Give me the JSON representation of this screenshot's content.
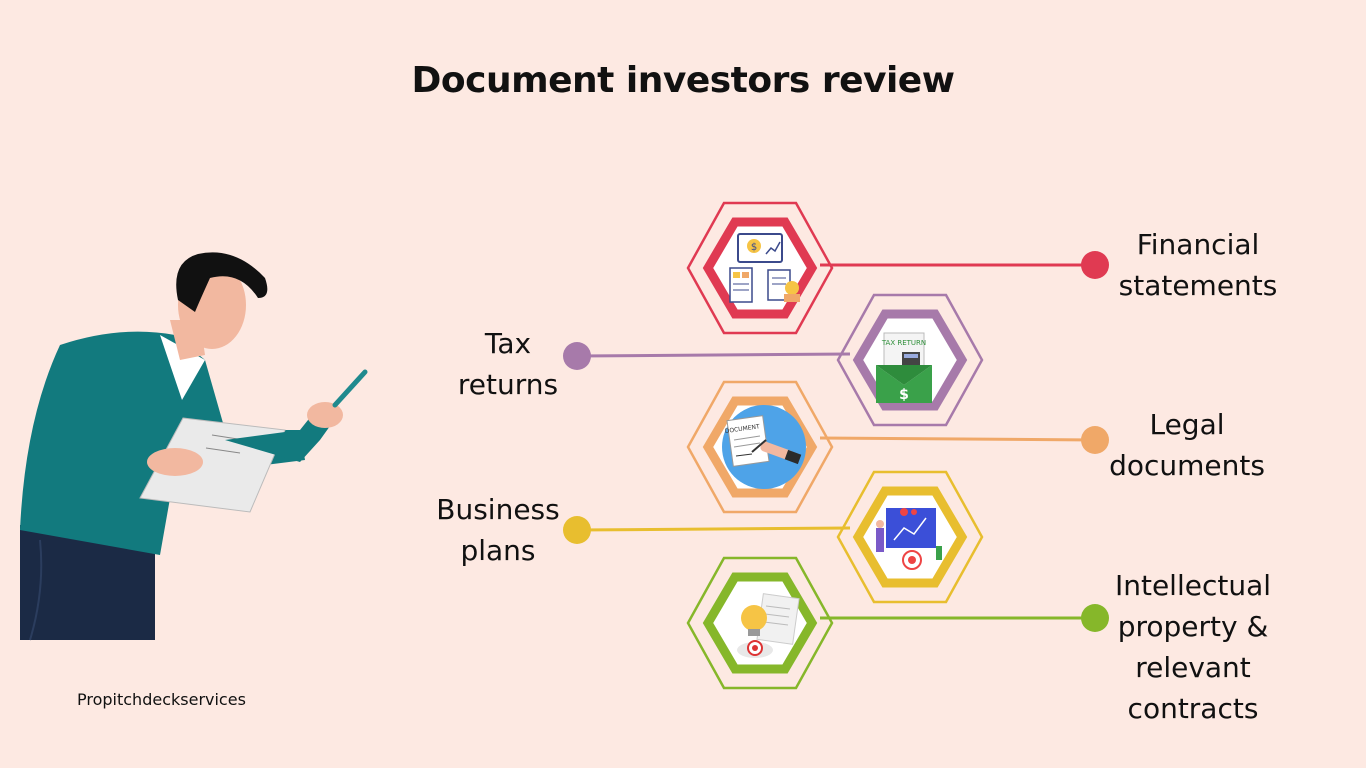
{
  "title": "Document investors review",
  "brand": "Propitchdeckservices",
  "items": [
    {
      "lines": [
        "Financial",
        "statements"
      ],
      "color": "#e03a52",
      "icon": "financial-chart-icon"
    },
    {
      "lines": [
        "Tax",
        "returns"
      ],
      "color": "#a77aaa",
      "icon": "tax-return-envelope-icon"
    },
    {
      "lines": [
        "Legal",
        "documents"
      ],
      "color": "#f0a868",
      "icon": "signing-document-icon"
    },
    {
      "lines": [
        "Business",
        "plans"
      ],
      "color": "#e8be2f",
      "icon": "business-plan-board-icon"
    },
    {
      "lines": [
        "Intellectual",
        "property &",
        "relevant",
        "contracts"
      ],
      "color": "#86b72a",
      "icon": "lightbulb-patent-icon"
    }
  ]
}
